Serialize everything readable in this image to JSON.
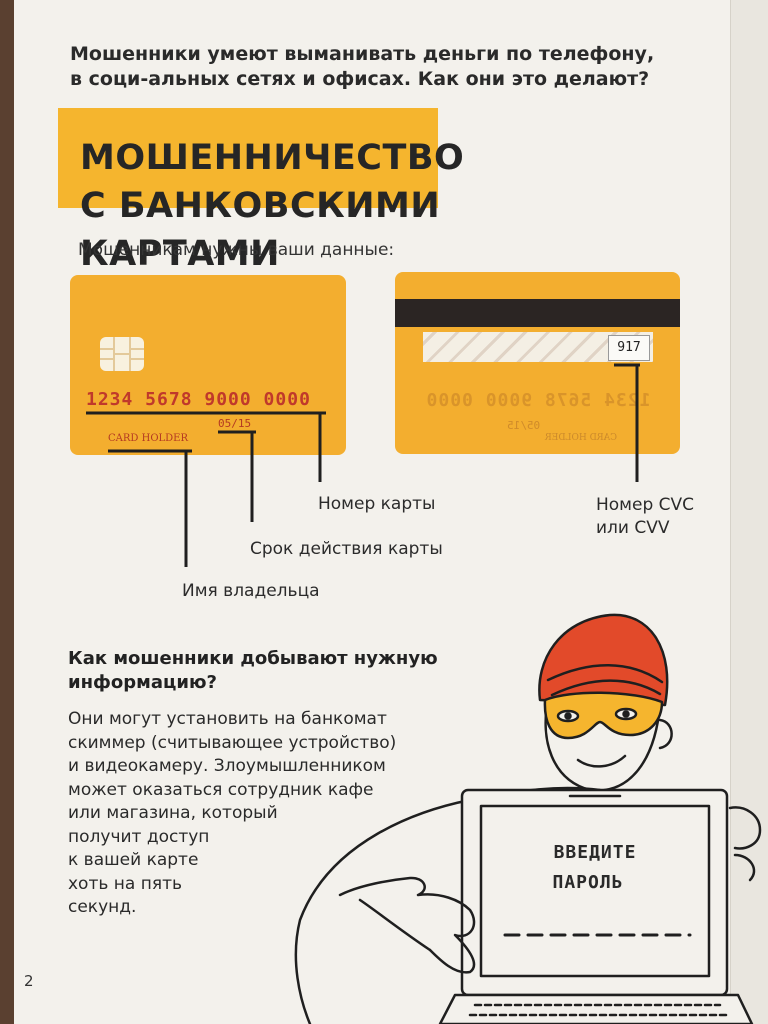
{
  "intro": "Мошенники умеют выманивать деньги по телефону, в соци-альных сетях и офисах. Как они это делают?",
  "title_line1": "МОШЕННИЧЕСТВО",
  "title_line2": "С БАНКОВСКИМИ КАРТАМИ",
  "subtitle": "Мошенникам нужны ваши данные:",
  "card_front": {
    "number": "1234 5678 9000 0000",
    "expiry": "05/15",
    "holder": "CARD HOLDER"
  },
  "card_back": {
    "cvc": "917",
    "number_mirrored": "1234 5678 9000 0000",
    "expiry_mirrored": "05/15",
    "holder_mirrored": "CARD HOLDER"
  },
  "labels": {
    "card_number": "Номер карты",
    "expiry": "Срок действия карты",
    "owner": "Имя владельца",
    "cvc_line1": "Номер CVC",
    "cvc_line2": "или CVV"
  },
  "question": "Как мошенники добывают нужную информацию?",
  "paragraph_lines": [
    "Они могут установить на банкомат",
    "скиммер (считывающее устройство)",
    "и видеокамеру. Злоумышленником",
    "может оказаться сотрудник кафе",
    "или магазина, который",
    "получит доступ",
    "к вашей карте",
    "хоть на пять",
    "секунд."
  ],
  "screen": {
    "line1": "ВВЕДИТЕ",
    "line2": "ПАРОЛЬ"
  },
  "page_number": "2",
  "colors": {
    "accent": "#f5b52e",
    "card": "#f3ae2f",
    "hat": "#e24a2a",
    "ink": "#2a2a2a"
  }
}
